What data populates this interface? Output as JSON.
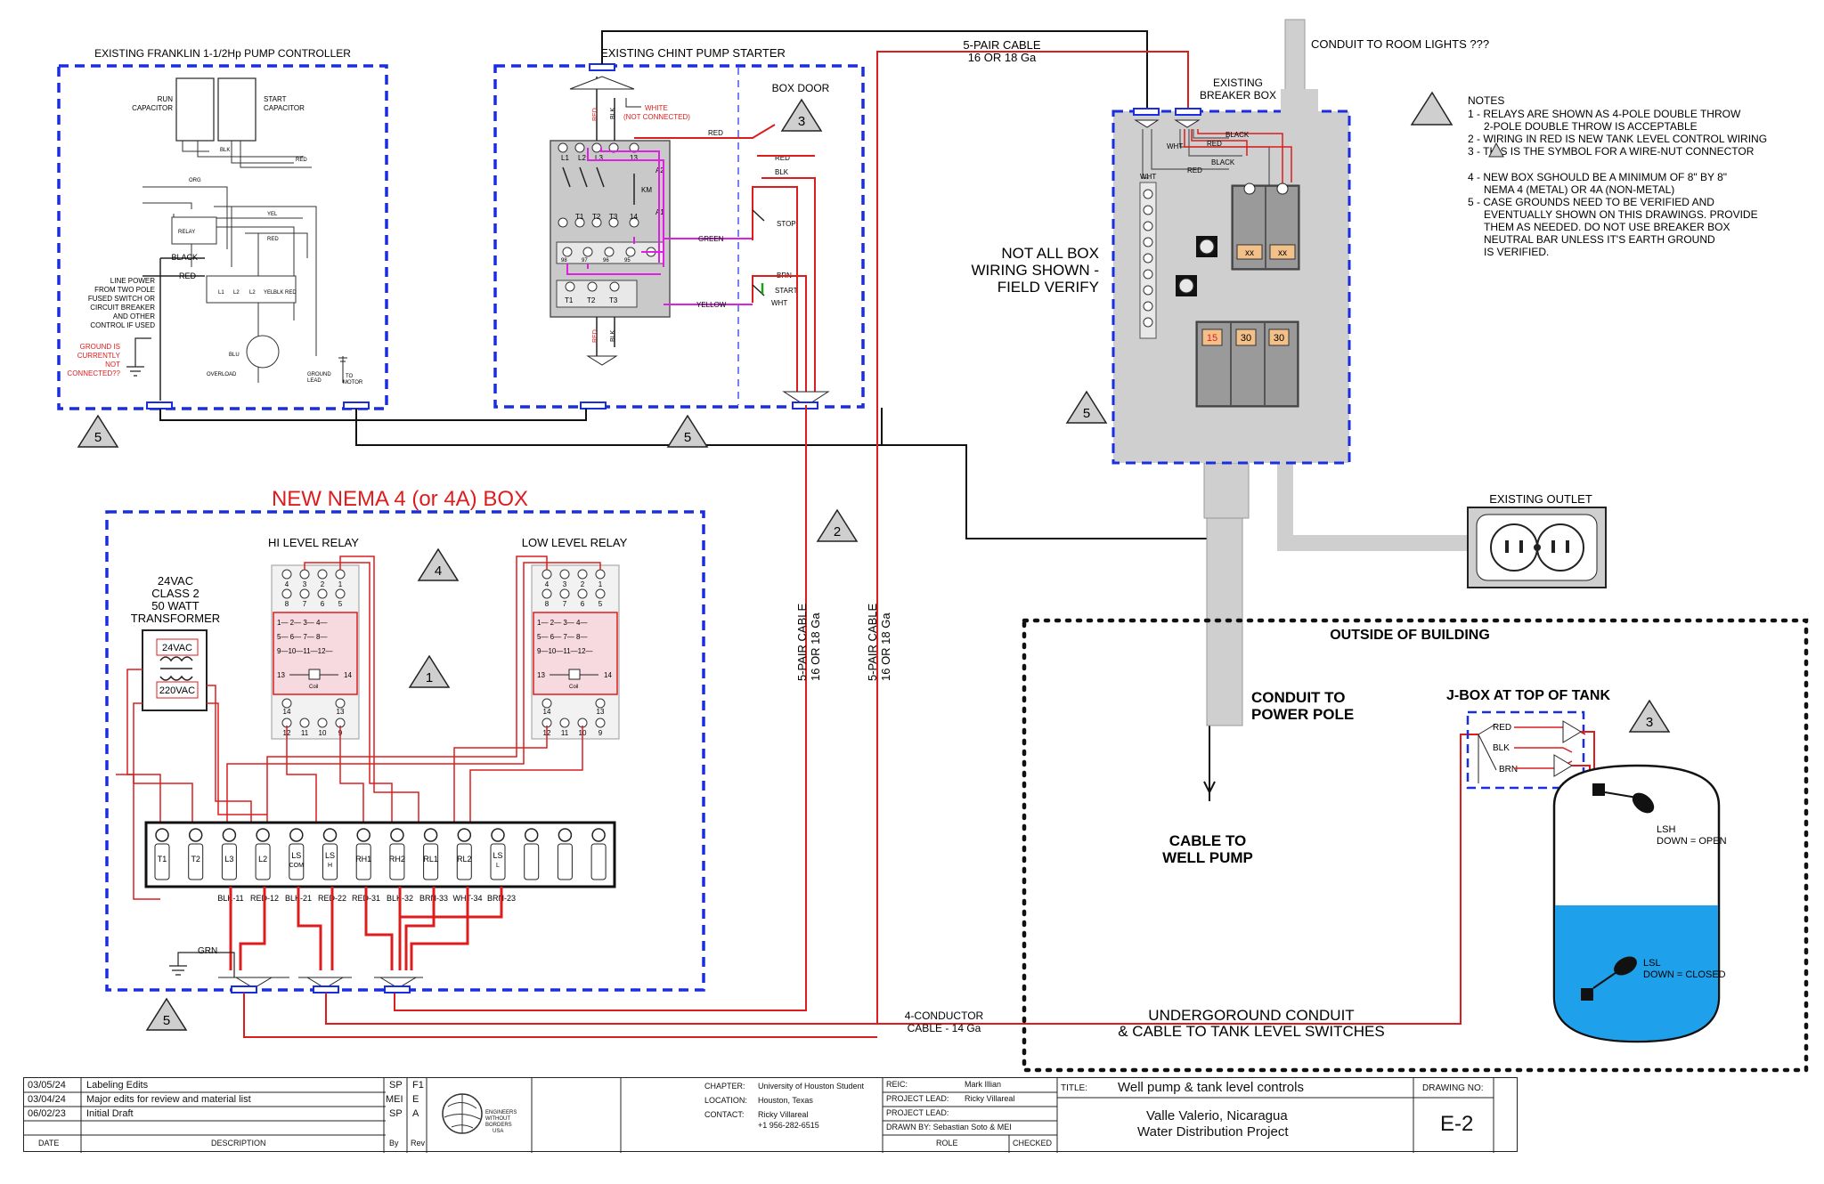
{
  "pump_controller": {
    "title": "EXISTING FRANKLIN 1-1/2Hp PUMP CONTROLLER",
    "run_cap": [
      "RUN",
      "CAPACITOR"
    ],
    "start_cap": [
      "START",
      "CAPACITOR"
    ],
    "relay": "RELAY",
    "black": "BLACK",
    "red": "RED",
    "line_power": [
      "LINE POWER",
      "FROM TWO POLE",
      "FUSED SWITCH OR",
      "CIRCUIT BREAKER",
      "AND OTHER",
      "CONTROL IF USED"
    ],
    "ground_note": [
      "GROUND IS",
      "CURRENTLY",
      "NOT",
      "CONNECTED??"
    ],
    "overload": "OVERLOAD",
    "ground_lead": [
      "GROUND",
      "LEAD"
    ],
    "to_motor": [
      "TO",
      "MOTOR"
    ],
    "wire_tags": [
      "BLK",
      "RED",
      "ORG",
      "YEL",
      "RED",
      "BLU"
    ],
    "terminals": [
      "L1",
      "L2",
      "L2",
      "YEL",
      "BLK",
      "RED"
    ]
  },
  "starter": {
    "title": "EXISTING CHINT PUMP STARTER",
    "box_door": "BOX DOOR",
    "white": "WHITE",
    "not_connected": "(NOT CONNECTED)",
    "red": "RED",
    "blk": "BLK",
    "green": "GREEN",
    "yellow": "YELLOW",
    "brn": "BRN",
    "wht": "WHT",
    "stop": "STOP",
    "start": "START",
    "km": "KM",
    "a1": "A1",
    "a2": "A2",
    "top_terms": [
      "L1",
      "L2",
      "L3",
      "13"
    ],
    "bot_terms": [
      "T1",
      "T2",
      "T3",
      "14"
    ],
    "lower_terms": [
      "T1",
      "T2",
      "T3"
    ],
    "ol_terms": [
      "98",
      "97",
      "96",
      "95"
    ]
  },
  "cable_top": [
    "5-PAIR CABLE",
    "16 OR 18 Ga"
  ],
  "breaker_box": {
    "title": [
      "EXISTING",
      "BREAKER BOX"
    ],
    "conduit_lights": "CONDUIT TO ROOM LIGHTS ???",
    "wires": [
      "BLACK",
      "RED",
      "WHT",
      "BLACK",
      "RED",
      "WHT"
    ],
    "breaker_main": [
      "xx",
      "xx"
    ],
    "breakers": [
      "15",
      "30",
      "30"
    ],
    "field_verify": [
      "NOT ALL BOX",
      "WIRING SHOWN -",
      "FIELD VERIFY"
    ]
  },
  "notes": {
    "title": "NOTES",
    "items": [
      "1 - RELAYS ARE SHOWN AS 4-POLE DOUBLE THROW",
      "2-POLE DOUBLE THROW IS ACCEPTABLE",
      "2 - WIRING IN RED IS NEW TANK LEVEL CONTROL WIRING",
      "3 -  THIS IS THE SYMBOL FOR A WIRE-NUT CONNECTOR",
      "4 - NEW BOX SGHOULD BE A MINIMUM OF 8\" BY 8\"",
      "NEMA 4 (METAL)  OR 4A (NON-METAL)",
      "5 - CASE GROUNDS NEED TO BE VERIFIED AND",
      "EVENTUALLY SHOWN ON THIS DRAWINGS. PROVIDE",
      "THEM AS NEEDED. DO NOT USE BREAKER BOX",
      "NEUTRAL BAR UNLESS IT'S EARTH GROUND",
      "IS VERIFIED."
    ]
  },
  "outlet": "EXISTING OUTLET",
  "nema_box": {
    "title": "NEW NEMA 4 (or 4A) BOX",
    "hi_relay": "HI LEVEL RELAY",
    "low_relay": "LOW LEVEL RELAY",
    "transformer": [
      "24VAC",
      "CLASS 2",
      "50 WATT",
      "TRANSFORMER"
    ],
    "xf_sec": "24VAC",
    "xf_pri": "220VAC",
    "relay_top_nums": [
      "4",
      "3",
      "2",
      "1"
    ],
    "relay_mid_nums": [
      "8",
      "7",
      "6",
      "5"
    ],
    "relay_rows": [
      "1—  2—  3—  4—",
      "5—  6—  7—  8—",
      "9—10—11—12—"
    ],
    "coil_left": "13",
    "coil_right": "14",
    "coil": "Coil",
    "relay_b1": [
      "14",
      "13"
    ],
    "relay_b2": [
      "12",
      "11",
      "10",
      "9"
    ],
    "terminals": [
      "T1",
      "T2",
      "L3",
      "L2",
      "LS COM",
      "LS H",
      "RH1",
      "RH2",
      "RL1",
      "RL2",
      "LS L",
      "",
      "",
      ""
    ],
    "wire_tags": [
      "BLK-11",
      "RED-12",
      "BLK-21",
      "RED-22",
      "RED-31",
      "BLK-32",
      "BRN-33",
      "WHT-34",
      "BRN-23"
    ],
    "grn": "GRN"
  },
  "cable_vert": [
    "5-PAIR CABLE",
    "16 OR 18 Ga"
  ],
  "cable_4c": [
    "4-CONDUCTOR",
    "CABLE - 14 Ga"
  ],
  "outside": {
    "title": "OUTSIDE OF BUILDING",
    "conduit_pole": [
      "CONDUIT TO",
      "POWER POLE"
    ],
    "cable_pump": [
      "CABLE TO",
      "WELL PUMP"
    ],
    "jbox": "J-BOX AT TOP OF TANK",
    "jbox_wires": [
      "RED",
      "BLK",
      "BRN"
    ],
    "underground": [
      "UNDERGOROUND CONDUIT",
      "& CABLE TO TANK LEVEL SWITCHES"
    ],
    "lsh": [
      "LSH",
      "DOWN = OPEN"
    ],
    "lsl": [
      "LSL",
      "DOWN = CLOSED"
    ]
  },
  "tags": {
    "t1": "1",
    "t2": "2",
    "t3": "3",
    "t4": "4",
    "t5": "5"
  },
  "colors": {
    "blue_box": "#1a2ee0",
    "red_wire": "#dd1d1d",
    "magenta": "#e020e0",
    "water": "#1ea0ea",
    "gray": "#cfcfcf"
  },
  "title_block": {
    "revisions": [
      {
        "date": "03/05/24",
        "desc": "Labeling Edits",
        "by": "SP",
        "rev": "F1"
      },
      {
        "date": "03/04/24",
        "desc": "Major edits for review and material list",
        "by": "MEI",
        "rev": "E"
      },
      {
        "date": "06/02/23",
        "desc": "Initial Draft",
        "by": "SP",
        "rev": "A"
      }
    ],
    "headers": {
      "date": "DATE",
      "desc": "DESCRIPTION",
      "by": "By",
      "rev": "Rev"
    },
    "logo_text": [
      "ENGINEERS",
      "WITHOUT",
      "BORDERS",
      "USA"
    ],
    "chapter_label": "CHAPTER:",
    "chapter": "University of Houston Student",
    "location_label": "LOCATION:",
    "location": "Houston, Texas",
    "contact_label": "CONTACT:",
    "contact_name": "Ricky Villareal",
    "contact_phone": "+1 956-282-6515",
    "reic_label": "REIC:",
    "reic": "Mark Illian",
    "lead_label": "PROJECT LEAD:",
    "lead": "Ricky Villareal",
    "lead_label2": "PROJECT LEAD:",
    "drawn_by": "DRAWN BY: Sebastian Soto & MEI",
    "role": "ROLE",
    "checked": "CHECKED",
    "title_label": "TITLE:",
    "title": "Well pump & tank level controls",
    "project": [
      "Valle Valerio, Nicaragua",
      "Water Distribution Project"
    ],
    "drawing_no_label": "DRAWING NO:",
    "drawing_no": "E-2"
  }
}
